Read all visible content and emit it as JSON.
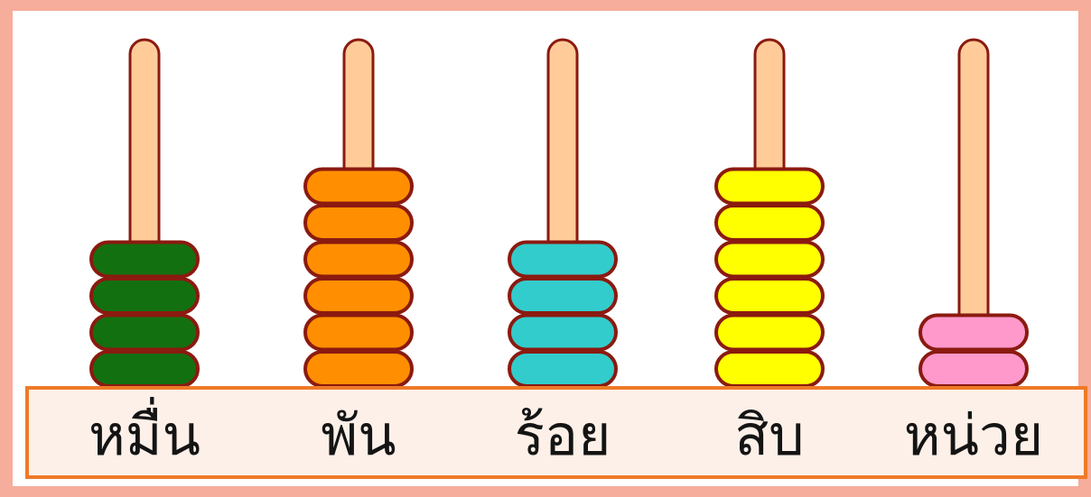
{
  "abacus": {
    "columns": [
      {
        "label": "หมื่น",
        "beads": 4,
        "color": "#137010"
      },
      {
        "label": "พัน",
        "beads": 6,
        "color": "#ff8f00"
      },
      {
        "label": "ร้อย",
        "beads": 4,
        "color": "#33cccc"
      },
      {
        "label": "สิบ",
        "beads": 6,
        "color": "#ffff00"
      },
      {
        "label": "หน่วย",
        "beads": 2,
        "color": "#ff99cc"
      }
    ],
    "rod_color": "#ffcc99",
    "outline_color": "#8b1a10",
    "base_fill": "#fdf0e8",
    "base_border": "#ee7a28"
  }
}
